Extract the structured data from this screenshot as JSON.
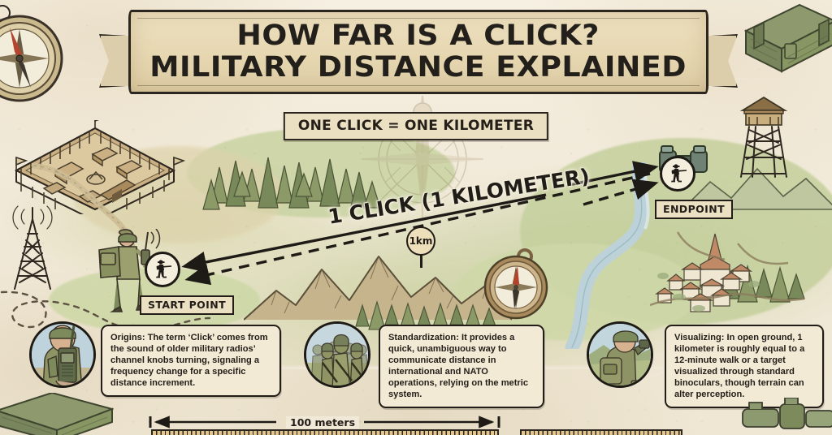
{
  "title": {
    "line1": "HOW FAR IS A CLICK?",
    "line2": "MILITARY DISTANCE EXPLAINED"
  },
  "badge": {
    "text": "ONE CLICK = ONE KILOMETER"
  },
  "map": {
    "start_label": "START POINT",
    "end_label": "ENDPOINT",
    "distance_label": "1 CLICK (1 KILOMETER)",
    "km_pin_label": "1km",
    "icons": {
      "compass_top_left": "compass-icon",
      "compass_center": "compass-icon",
      "fort": "fort-icon",
      "radio_tower": "radio-tower-icon",
      "watchtower": "watchtower-icon",
      "binoculars": "binoculars-icon",
      "ammo_crate": "ammo-crate-icon",
      "village": "village-icon",
      "river": "river-icon",
      "forest": "forest-icon",
      "mountains": "mountains-icon",
      "soldier_start": "soldier-with-radio-icon",
      "compass_rose_watermark": "compass-rose-icon"
    }
  },
  "cards": [
    {
      "id": "origins",
      "heading": "Origins:",
      "body": "The term ‘Click’ comes from the sound of older military radios’ channel knobs turning, signaling a frequency change for a specific distance increment.",
      "photo": "soldier-with-handheld-radio-photo"
    },
    {
      "id": "standardization",
      "heading": "Standardization:",
      "body": "It provides a quick, unambiguous way to communicate distance in international and NATO operations, relying on the metric system.",
      "photo": "squad-of-soldiers-photo"
    },
    {
      "id": "visualizing",
      "heading": "Visualizing:",
      "body": "In open ground, 1 kilometer is roughly equal to a 12-minute walk or a target visualized through standard binoculars, though terrain can alter perception.",
      "photo": "soldier-with-binoculars-photo"
    }
  ],
  "scale": {
    "label": "100 meters",
    "ruler_left": "ruler-segment",
    "ruler_right": "ruler-segment"
  },
  "colors": {
    "parchment": "#f2ebdb",
    "banner": "#e6d7b1",
    "ink": "#221d18",
    "olive": "#7d8a5c",
    "khaki": "#9aa06e",
    "terrain_green": "#c8d3a2",
    "water": "#c3d6da",
    "badge_fill": "#ece0c2"
  }
}
